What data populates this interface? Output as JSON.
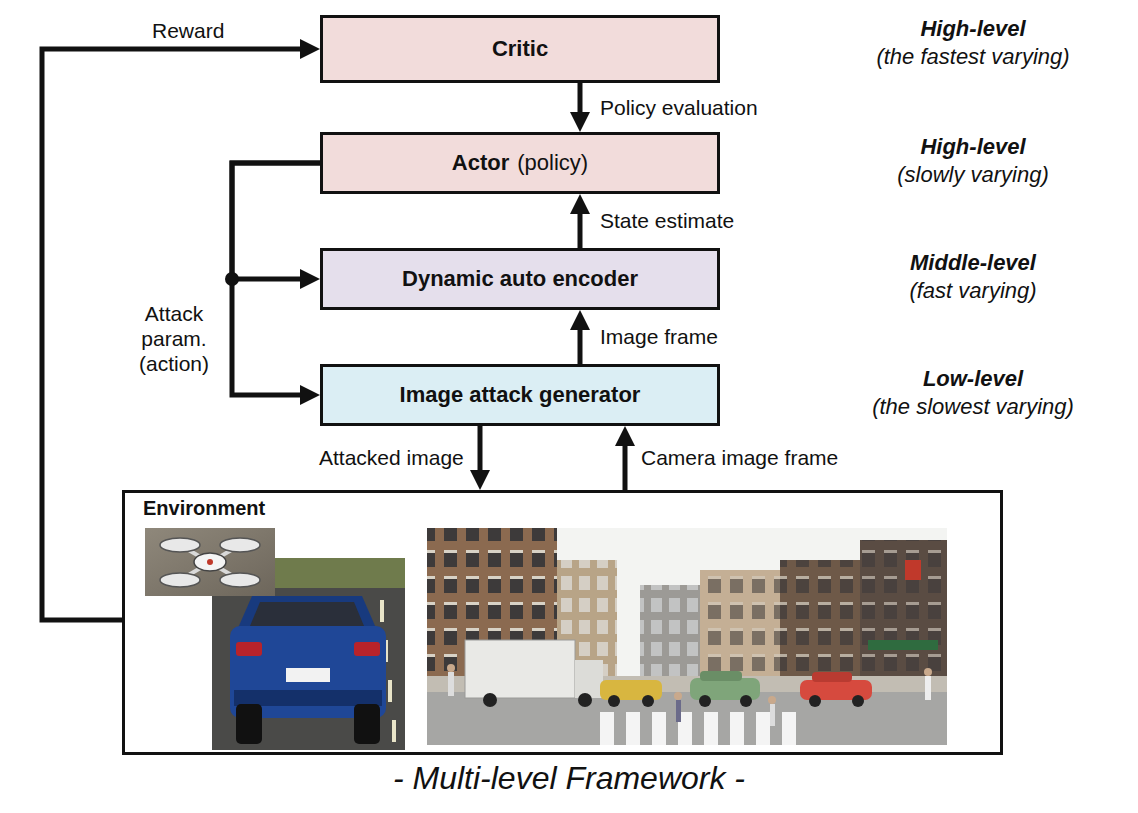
{
  "diagram": {
    "caption": "- Multi-level Framework -",
    "nodes": [
      {
        "text": [
          "Critic"
        ]
      },
      {
        "text": [
          "Actor",
          "(policy)"
        ]
      },
      {
        "text": [
          "Dynamic auto encoder"
        ]
      },
      {
        "text": [
          "Image attack generator"
        ]
      },
      {
        "text": [
          "Environment"
        ]
      }
    ],
    "edges": [
      {
        "from": 4,
        "to": 0,
        "label": "Reward",
        "arrow": "to"
      },
      {
        "from": 0,
        "to": 1,
        "label": "Policy evaluation",
        "arrow": "to"
      },
      {
        "from": 2,
        "to": 1,
        "label": "State estimate",
        "arrow": "to"
      },
      {
        "from": 3,
        "to": 2,
        "label": "Image frame",
        "arrow": "to"
      },
      {
        "from": 1,
        "to": 2,
        "arrow": "to"
      },
      {
        "from": 1,
        "to": 3,
        "label": "Attack param. (action)",
        "arrow": "to"
      },
      {
        "from": 3,
        "to": 4,
        "label": "Attacked image",
        "arrow": "to"
      },
      {
        "from": 4,
        "to": 3,
        "label": "Camera image frame",
        "arrow": "to"
      }
    ],
    "labels": [
      "High-level",
      "(the fastest varying)",
      "High-level",
      "(slowly varying)",
      "Middle-level",
      "(fast varying)",
      "Low-level",
      "(the slowest varying)"
    ]
  }
}
